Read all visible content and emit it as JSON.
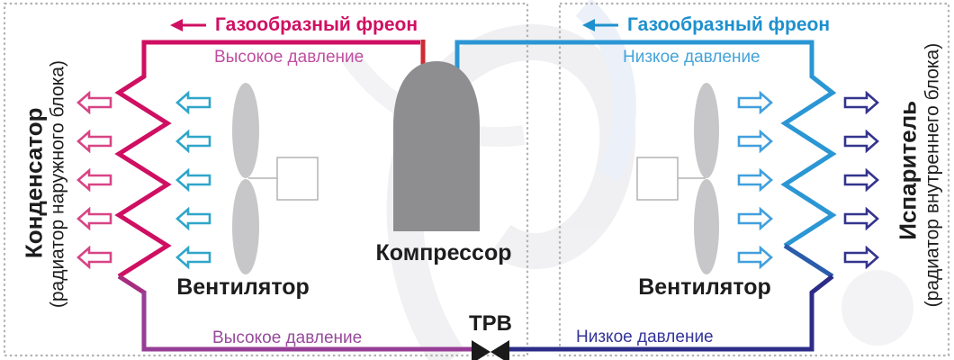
{
  "diagram": {
    "type": "refrigeration-cycle",
    "outdoor_unit": {
      "side_label_bold": "Конденсатор",
      "side_label_note": "(радиатор наружного блока)",
      "flow_label": "Газообразный фреон",
      "pressure_top": "Высокое давление",
      "pressure_bottom": "Высокое давление",
      "fan_label": "Вентилятор",
      "airflow_rows": 5
    },
    "indoor_unit": {
      "side_label_bold": "Испаритель",
      "side_label_note": "(радиатор внутреннего блока)",
      "flow_label": "Газообразный фреон",
      "pressure_top": "Низкое давление",
      "pressure_bottom": "Низкое давление",
      "fan_label": "Вентилятор",
      "airflow_rows": 5
    },
    "compressor_label": "Компрессор",
    "valve_label": "ТРВ",
    "colors": {
      "hot_gas_pipe": "#cf0f62",
      "hot_liquid_pipe": "#963e96",
      "compressor_inlet_red": "#cf2b33",
      "cold_gas_pipe": "#2b96d4",
      "cold_liquid_pipe": "#2c2c88",
      "warm_air_arrows": "#d84485",
      "fan_air_arrows_outdoor": "#2fa6c9",
      "fan_air_arrows_indoor": "#42a0dd",
      "cold_air_arrows": "#34348e",
      "compressor_body": "#8e8e90",
      "fan_blades": "#c7c7c9",
      "frame_dash": "#b2b2b2"
    }
  }
}
